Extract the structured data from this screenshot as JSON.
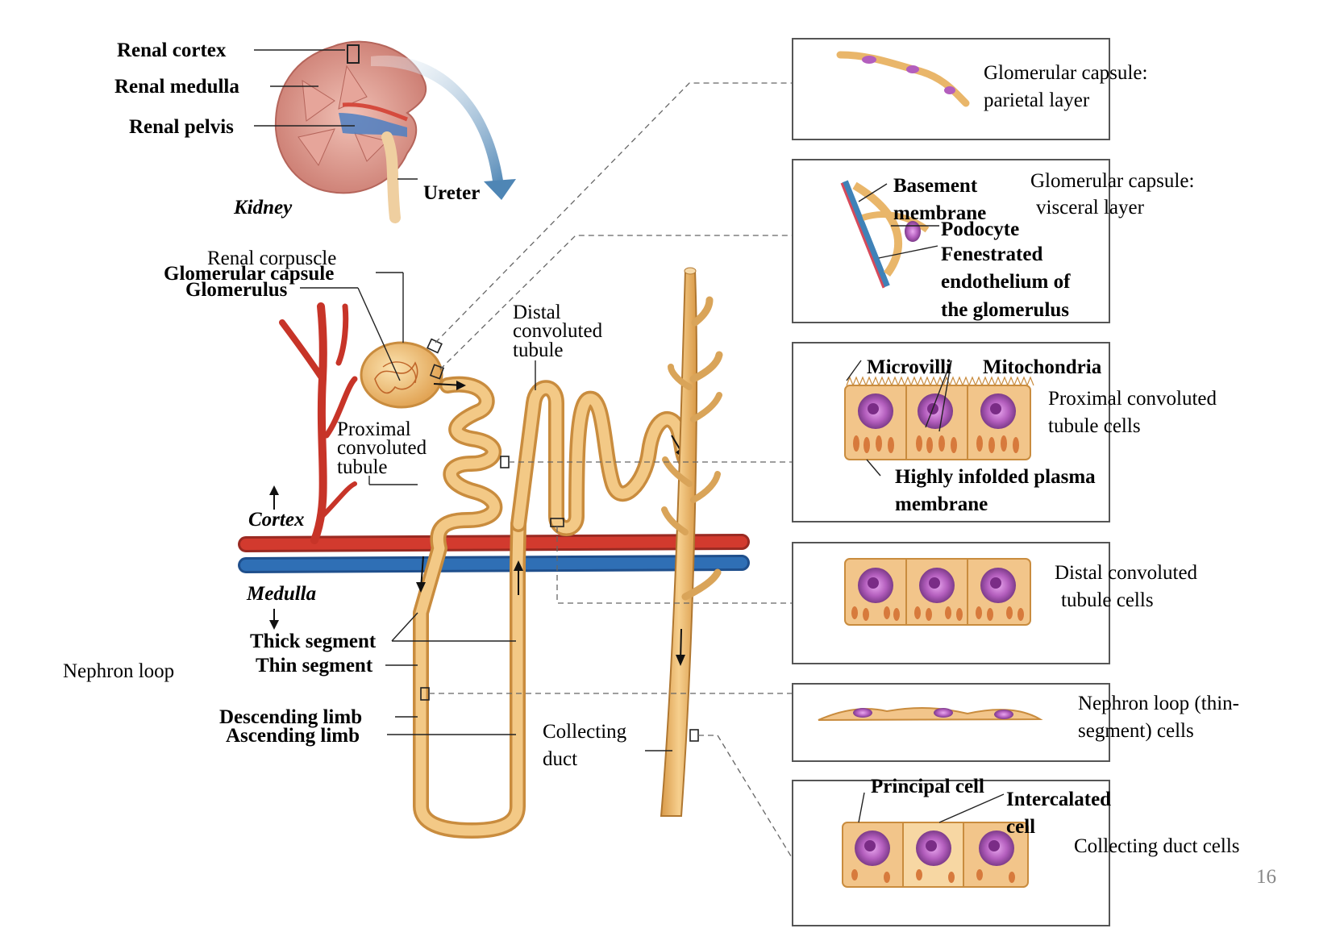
{
  "kidney": {
    "renal_cortex": "Renal cortex",
    "renal_medulla": "Renal medulla",
    "renal_pelvis": "Renal pelvis",
    "ureter": "Ureter",
    "kidney": "Kidney"
  },
  "nephron": {
    "renal_corpuscle": "Renal corpuscle",
    "glomerular_capsule": "Glomerular capsule",
    "glomerulus": "Glomerulus",
    "distal_line1": "Distal",
    "distal_line2": "convoluted",
    "distal_line3": "tubule",
    "proximal_line1": "Proximal",
    "proximal_line2": "convoluted",
    "proximal_line3": "tubule",
    "cortex": "Cortex",
    "medulla": "Medulla",
    "thick_segment": "Thick segment",
    "thin_segment": "Thin segment",
    "nephron_loop": "Nephron loop",
    "descending_limb": "Descending limb",
    "ascending_limb": "Ascending limb",
    "collecting_line1": "Collecting",
    "collecting_line2": "duct"
  },
  "panels": {
    "parietal": {
      "line1": "Glomerular capsule:",
      "line2": "parietal layer"
    },
    "visceral": {
      "line1": "Glomerular capsule:",
      "line2": "visceral layer",
      "basement1": "Basement",
      "basement2": "membrane",
      "podocyte": "Podocyte",
      "fen1": "Fenestrated",
      "fen2": "endothelium of",
      "fen3": "the glomerulus"
    },
    "proximal": {
      "line1": "Proximal convoluted",
      "line2": "tubule cells",
      "microvilli": "Microvilli",
      "mitochondria": "Mitochondria",
      "infold1": "Highly infolded plasma",
      "infold2": "membrane"
    },
    "distal": {
      "line1": "Distal convoluted",
      "line2": "tubule cells"
    },
    "thin": {
      "line1": "Nephron loop (thin-",
      "line2": "segment) cells"
    },
    "collecting": {
      "principal": "Principal cell",
      "intercalated1": "Intercalated",
      "intercalated2": "cell",
      "line1": "Collecting duct cells"
    }
  },
  "page_number": "16",
  "colors": {
    "tubule": "#e9b66a",
    "tubule_dark": "#c98c3e",
    "artery": "#d23a2e",
    "vein": "#2f6fb5",
    "kidney_tissue": "#d9988e",
    "nucleus": "#b060b8",
    "panel_border": "#555555",
    "arrow": "#7ea6c8"
  }
}
